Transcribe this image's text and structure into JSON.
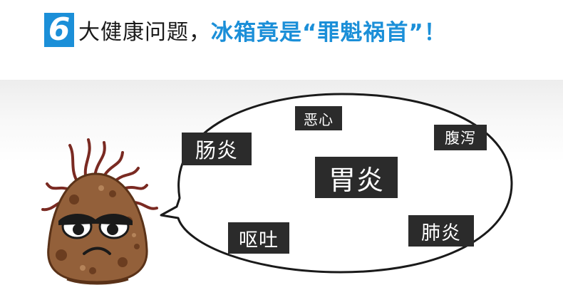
{
  "header": {
    "number": "6",
    "title_part1": "大健康问题，",
    "title_part2": "冰箱竟是“罪魁祸首”！"
  },
  "bubble": {
    "tags": [
      "肠炎",
      "恶心",
      "腹泻",
      "胃炎",
      "呕吐",
      "肺炎"
    ]
  },
  "colors": {
    "accent_blue": "#1b8fd8",
    "tag_background": "#2b2b2b",
    "germ_body": "#93603a"
  },
  "icons": {
    "germ": "germ-character-icon"
  }
}
